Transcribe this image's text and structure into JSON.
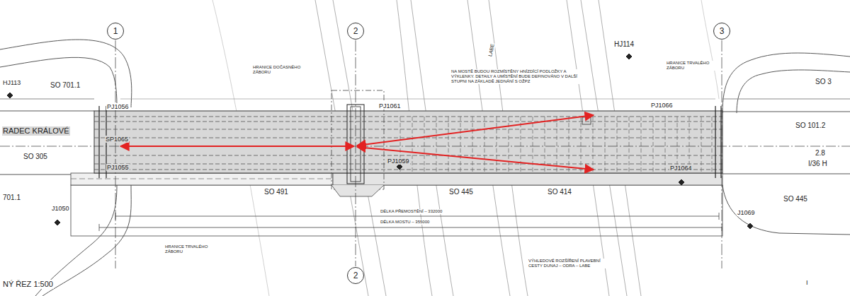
{
  "diagram": {
    "nodes": [
      {
        "text": [
          "1"
        ]
      },
      {
        "text": [
          "2"
        ]
      },
      {
        "text": [
          "3"
        ]
      },
      {
        "text": [
          "2"
        ]
      }
    ],
    "labels": [
      "HJ113",
      "SO 701.1",
      "PJ1056",
      "RADEC KRÁLOVÉ",
      "SP1065",
      "SO 305",
      "PJ1055",
      "701.1",
      "J1050",
      "SO 491",
      "PJ1061",
      "PJ1059",
      "SO 445",
      "SO 414",
      "PJ1066",
      "PJ1064",
      "HJ114",
      "SO 101.2",
      "2.8",
      "I/36 H",
      "SO 445",
      "J1069",
      "SO 3",
      "HRANICE DOČASNÉHO ZÁBORU",
      "NA MOSTĚ BUDOU ROZMÍSTĚNY HNÍZDÍCÍ PODLOŽKY A VÝKLENKY. DETAILY A UMÍSTĚNÍ BUDE DEFINOVÁNO V DALŠÍ STUPNI NA ZÁKLADĚ JEDNÁNÍ S OŽPZ",
      "HRANICE TRVALÉHO ZÁBORU",
      "HRANICE TRVALÉHO ZÁBORU",
      "DÉLKA PŘEMOSTĚNÍ – 332000",
      "DÉLKA MOSTU – 355000",
      "VÝHLEDOVÉ ROZŠÍŘENÍ PLAVEBNÍ CESTY DUNAJ – ODRA – LABE",
      "NÝ ŘEZ 1:500",
      "LABE",
      "I"
    ]
  }
}
